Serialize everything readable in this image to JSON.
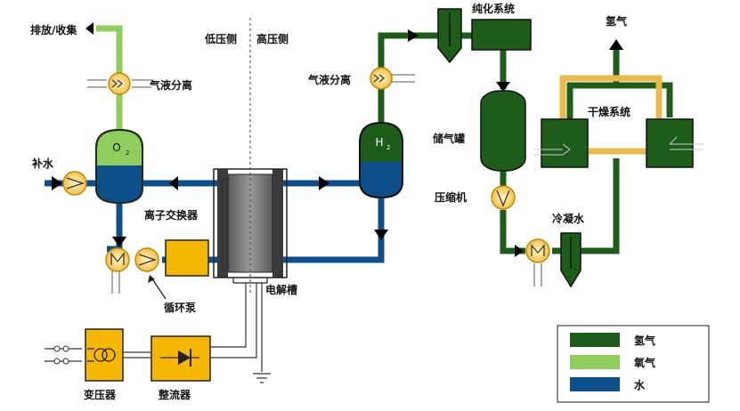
{
  "labels": {
    "vent": "排放/收集",
    "gas_liquid_sep_left": "气液分离",
    "low_pressure_side": "低压侧",
    "high_pressure_side": "高压侧",
    "gas_liquid_sep_right": "气液分离",
    "purification": "纯化系统",
    "hydrogen_out": "氢气",
    "makeup_water": "补水",
    "o2_tank": "O",
    "o2_sub": "2",
    "h2_tank": "H",
    "h2_sub": "2",
    "storage_tank": "储气罐",
    "drying_system": "干燥系统",
    "ion_exchanger": "离子交换器",
    "compressor": "压缩机",
    "cooling_water": "冷凝水",
    "circulation_pump": "循环泵",
    "electrolyzer": "电解槽",
    "transformer": "变压器",
    "rectifier": "整流器"
  },
  "legend": {
    "items": [
      {
        "label": "氢气",
        "color": "#1e5c1a"
      },
      {
        "label": "氧气",
        "color": "#8fce5c"
      },
      {
        "label": "水",
        "color": "#0d4f8b"
      }
    ]
  },
  "colors": {
    "hydrogen": "#1e5c1a",
    "oxygen": "#8fce5c",
    "water": "#0d4f8b",
    "device": "#f5b700",
    "drying_pipe": "#e9b949"
  }
}
